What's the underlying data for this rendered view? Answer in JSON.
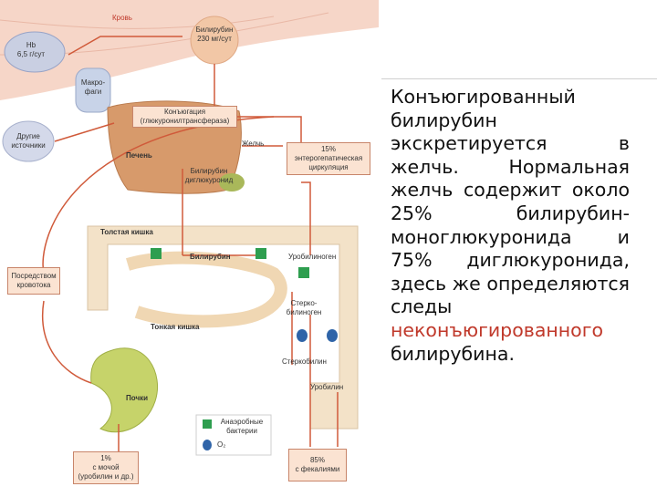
{
  "diagram": {
    "blood": "Кровь",
    "hb_line1": "Hb",
    "hb_line2": "6,5 г/сут",
    "bilirubin_line1": "Билирубин",
    "bilirubin_line2": "230 мг/сут",
    "macrophages_line1": "Макро-",
    "macrophages_line2": "фаги",
    "other_line1": "Другие",
    "other_line2": "источники",
    "conjugation_line1": "Конъюгация",
    "conjugation_line2": "(глюкуронилтрансфераза)",
    "liver": "Печень",
    "bile": "Желчь",
    "diglucuronide_line1": "Билирубин",
    "diglucuronide_line2": "диглюкуронид",
    "enterohepatic_line1": "15%",
    "enterohepatic_line2": "энтерогепатическая",
    "enterohepatic_line3": "циркуляция",
    "large_intestine": "Толстая кишка",
    "intestine_bilirubin": "Билирубин",
    "urobilinogen": "Уробилиноген",
    "blood_route_line1": "Посредством",
    "blood_route_line2": "кровотока",
    "stercobilinogen_line1": "Стерко-",
    "stercobilinogen_line2": "билиноген",
    "small_intestine": "Тонкая кишка",
    "stercobilin": "Стеркобилин",
    "urobilin": "Уробилин",
    "kidneys": "Почки",
    "anaerobic_line1": "Анаэробные",
    "anaerobic_line2": "бактерии",
    "oxygen": "O₂",
    "urine_line1": "1%",
    "urine_line2": "с мочой",
    "urine_line3": "(уробилин и др.)",
    "feces_line1": "85%",
    "feces_line2": "с фекалиями"
  },
  "text": {
    "black_part": "Конъюгированный билирубин экскретируется в желчь. Нормальная желчь содержит около 25% билирубин-моноглюкуронида и 75% диглюкуронида, здесь же определяются следы",
    "red_part": "неконъюгированного",
    "tail": "билирубина."
  },
  "colors": {
    "blood_vessel": "#f6cfc0",
    "macrophage": "#c8d3e8",
    "liver": "#d79a6b",
    "intestine": "#f3e2c8",
    "kidney": "#c6d36a",
    "arrow": "#d05a3a",
    "bacteria_marker": "#2e9e4f",
    "oxygen_marker": "#2f64a8",
    "highlight_text": "#c0392b"
  },
  "icons": [
    "green-square-icon",
    "blue-drop-icon"
  ]
}
